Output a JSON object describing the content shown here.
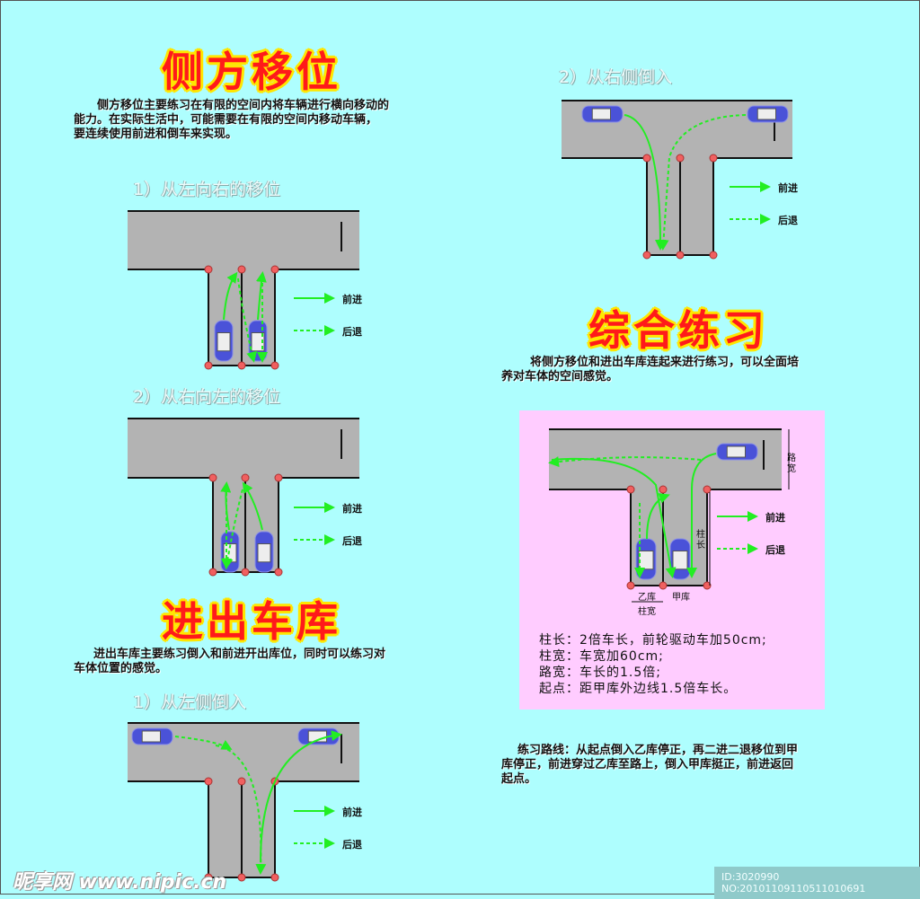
{
  "colors": {
    "background": "#aefefe",
    "panel": "#ffccff",
    "road": "#b3b3b3",
    "forward": "#22ee22",
    "title": "#ff1a1a",
    "title_outline": "#ffe600",
    "car": "#4a52d8"
  },
  "side_shift": {
    "title": "侧方移位",
    "desc_lines": [
      "侧方移位主要练习在有限的空间内将车辆进行横向移动的",
      "能力。在实际生活中，可能需要在有限的空间内移动车辆，",
      "要连续使用前进和倒车来实现。"
    ],
    "sub1": "1）从左向右的移位",
    "sub2": "2）从右向左的移位"
  },
  "garage": {
    "title": "进出车库",
    "desc_lines": [
      "进出车库主要练习倒入和前进开出库位，同时可以练习对",
      "车体位置的感觉。"
    ],
    "sub1": "1）从左侧倒入",
    "sub2": "2）从右侧倒入"
  },
  "combined": {
    "title": "综合练习",
    "desc_lines": [
      "将侧方移位和进出车库连起来进行练习，可以全面培",
      "养对车体的空间感觉。"
    ],
    "labels": {
      "road_width": "路宽",
      "post_length": "柱长",
      "bay_b": "乙库",
      "bay_a": "甲库",
      "post_width": "柱宽"
    },
    "specs": [
      "柱长：2倍车长，前轮驱动车加50cm;",
      "柱宽：车宽加60cm;",
      "路宽：车长的1.5倍;",
      "起点：距甲库外边线1.5倍车长。"
    ],
    "route_lines": [
      "练习路线：从起点倒入乙库停正，再二进二退移位到甲",
      "库停正，前进穿过乙库至路上，倒入甲库挺正，前进返回",
      "起点。"
    ]
  },
  "legend": {
    "forward": "前进",
    "reverse": "后退"
  },
  "watermark": {
    "logo": "昵享网 www.nipic.cn",
    "id": "ID:3020990 NO:20101109110511010691"
  }
}
